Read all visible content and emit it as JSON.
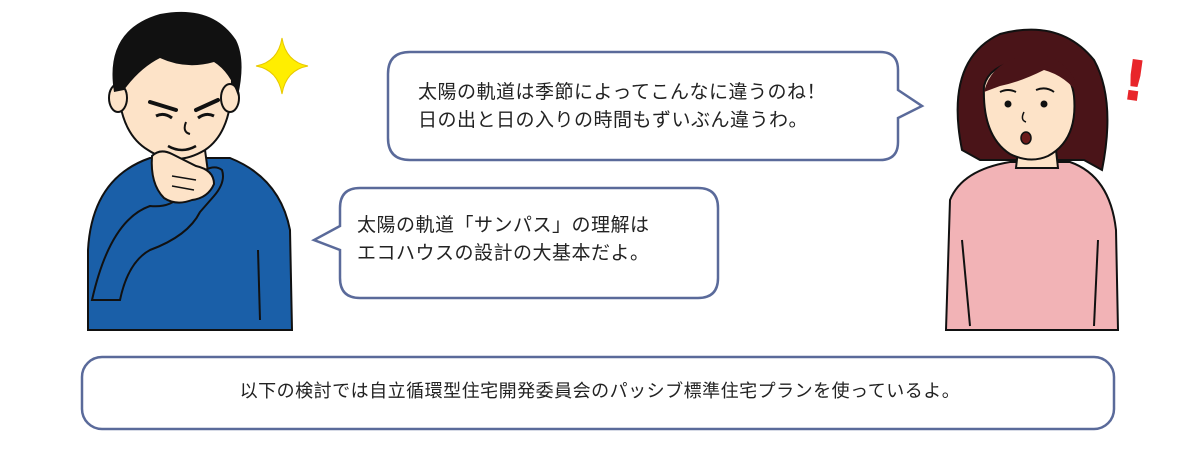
{
  "dialogue": {
    "woman_bubble": {
      "line1": "太陽の軌道は季節によってこんなに違うのね！",
      "line2": "日の出と日の入りの時間もずいぶん違うわ。"
    },
    "man_bubble": {
      "line1": "太陽の軌道「サンパス」の理解は",
      "line2": "エコハウスの設計の大基本だよ。"
    },
    "footer_bubble": {
      "text": "以下の検討では自立循環型住宅開発委員会のパッシブ標準住宅プランを使っているよ。"
    }
  },
  "effects": {
    "sparkle_color": "#ffee00",
    "exclamation_text": "!",
    "exclamation_color": "#e8252a"
  },
  "colors": {
    "bubble_border": "#5a6a9a",
    "man_shirt": "#1a5fa8",
    "woman_sweater": "#f2b3b6",
    "woman_hair": "#4a1418",
    "man_hair": "#111111",
    "skin": "#fde3c8"
  }
}
